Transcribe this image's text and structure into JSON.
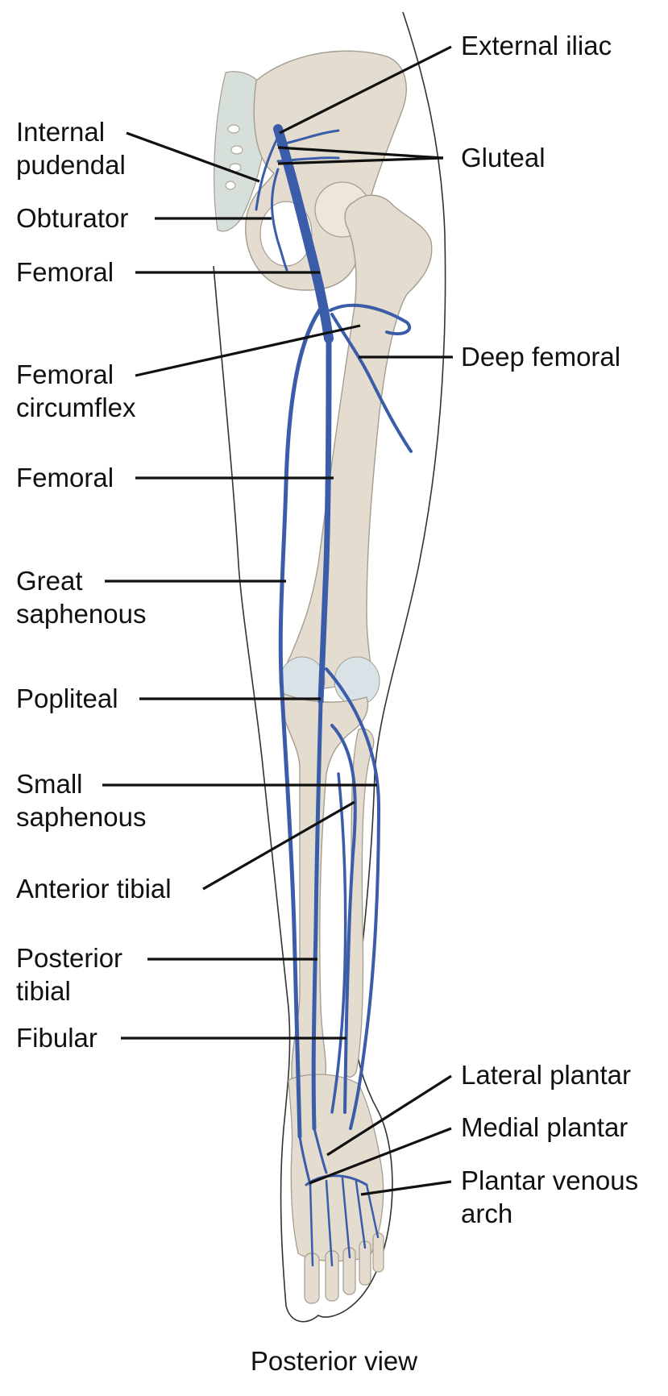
{
  "labels": {
    "external_iliac": "External iliac",
    "gluteal": "Gluteal",
    "internal_pudendal": "Internal\npudendal",
    "obturator": "Obturator",
    "femoral_upper": "Femoral",
    "femoral_circumflex": "Femoral\ncircumflex",
    "deep_femoral": "Deep femoral",
    "femoral_lower": "Femoral",
    "great_saphenous": "Great\nsaphenous",
    "popliteal": "Popliteal",
    "small_saphenous": "Small\nsaphenous",
    "anterior_tibial": "Anterior tibial",
    "posterior_tibial": "Posterior\ntibial",
    "fibular": "Fibular",
    "lateral_plantar": "Lateral plantar",
    "medial_plantar": "Medial plantar",
    "plantar_venous_arch": "Plantar venous\narch"
  },
  "caption": "Posterior view",
  "colors": {
    "vein": "#3b5ca8",
    "vein_highlight": "#7f9bd6",
    "bone": "#e3dccf",
    "bone_edge": "#a59d90",
    "sacrum": "#d6dfd9",
    "cartilage": "#d9e2e6",
    "outline": "#333333",
    "leader": "#111111"
  }
}
